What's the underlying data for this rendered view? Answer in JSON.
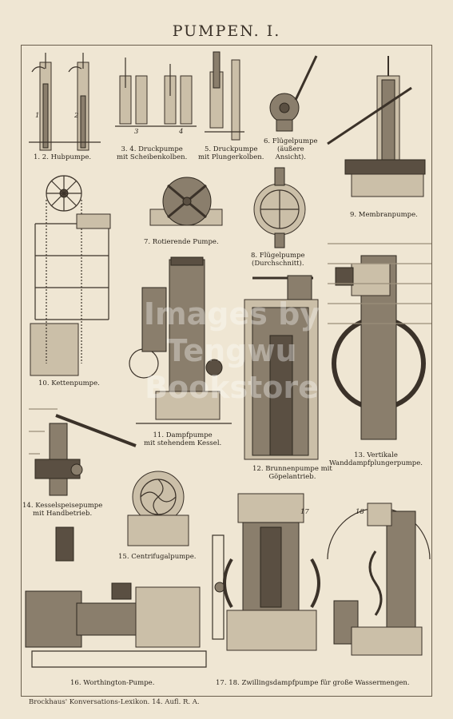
{
  "title": "PUMPEN. I.",
  "captions": {
    "c1": "1. 2. Hubpumpe.",
    "c3": "3. 4. Druckpumpe\nmit Scheibenkolben.",
    "c5": "5. Druckpumpe\nmit Plungerkolben.",
    "c6": "6. Flügelpumpe\n(äußere\nAnsicht).",
    "c9": "9. Membranpumpe.",
    "c7": "7. Rotierende Pumpe.",
    "c8": "8. Flügelpumpe\n(Durchschnitt).",
    "c10": "10. Kettenpumpe.",
    "c11": "11. Dampfpumpe\nmit stehendem Kessel.",
    "c12": "12. Brunnenpumpe mit\nGöpelantrieb.",
    "c13": "13. Vertikale\nWanddampfplungerpumpe.",
    "c14": "14. Kesselspeisepumpe\nmit Handbetrieb.",
    "c15": "15. Centrifugalpumpe.",
    "c16": "16. Worthington-Pumpe.",
    "c1718": "17. 18. Zwillingsdampfpumpe für große Wassermengen."
  },
  "figure_numbers": {
    "n1": "1",
    "n2": "2",
    "n3": "3",
    "n4": "4",
    "n17": "17",
    "n18": "18"
  },
  "watermark": "Images by\nTengwu Bookstore",
  "footer": "Brockhaus' Konversations-Lexikon. 14. Aufl. R. A."
}
